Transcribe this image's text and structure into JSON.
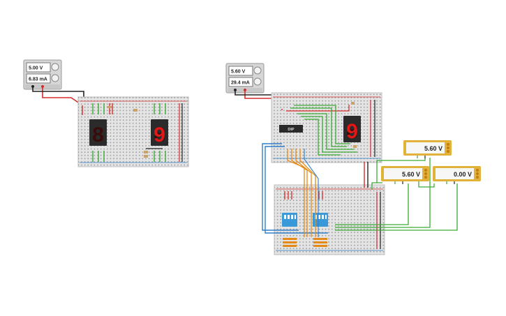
{
  "circuit": {
    "left": {
      "supply_voltage": "5.00 V",
      "supply_current": "6.83 mA",
      "seven_seg_left": "8",
      "seven_seg_right": "9"
    },
    "right": {
      "supply_voltage": "5.60 V",
      "supply_current": "29.4 mA",
      "chip_label": "DIP",
      "seven_seg": "9",
      "meter_top": "5.60 V",
      "meter_mid": "5.60 V",
      "meter_right": "0.00 V"
    }
  },
  "colors": {
    "breadboard": "#e4e4e4",
    "hole": "#9a9a9a",
    "wire_red": "#d42b2b",
    "wire_green": "#3aaa35",
    "wire_blue": "#2f7fc8",
    "wire_orange": "#e58a18",
    "wire_black": "#222222",
    "meter_frame": "#e0b23a",
    "dip_switch": "#3a9ad9",
    "seg_on": "#e01818",
    "seg_off": "#3a0b0b",
    "seg_bg": "#2b2b2b"
  }
}
